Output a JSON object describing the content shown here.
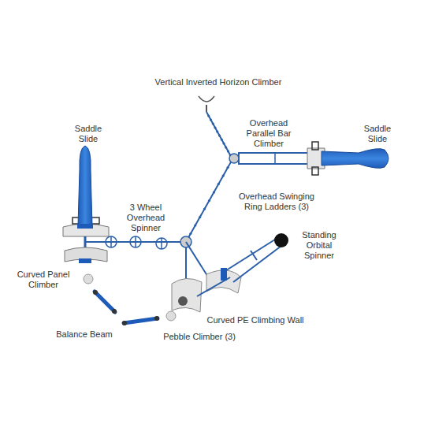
{
  "diagram": {
    "labels": [
      "Vertical Inverted Horizon Climber",
      "Saddle Slide",
      "Overhead Parallel Bar Climber",
      "Saddle Slide",
      "3 Wheel Overhead Spinner",
      "Overhead Swinging Ring Ladders (3)",
      "Standing Orbital Spinner",
      "Curved Panel Climber",
      "Balance Beam",
      "Curved PE Climbing Wall",
      "Pebble Climber (3)"
    ]
  }
}
